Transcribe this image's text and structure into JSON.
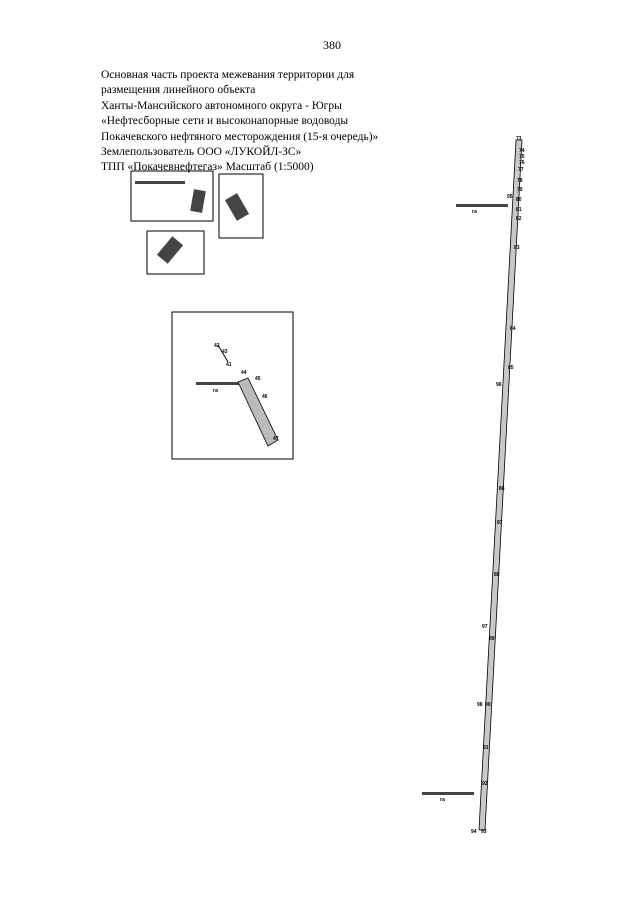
{
  "page_number": "380",
  "header_lines": [
    "Основная часть проекта межевания территории для",
    "размещения линейного объекта",
    "Ханты-Мансийского автономного округа - Югры",
    "«Нефтесборные сети и высоконапорные водоводы",
    "Покачевского нефтяного месторождения (15-я очередь)»",
    "Землепользователь ООО «ЛУКОЙЛ-ЗС»",
    "ТПП «Покачевнефтегаз» Масштаб (1:5000)"
  ],
  "map": {
    "right_points": [
      "73",
      "74",
      "75",
      "76",
      "77",
      "78",
      "79",
      "80",
      "81",
      "82",
      "83",
      "84",
      "85",
      "86",
      "87",
      "88",
      "89",
      "90",
      "91",
      "92",
      "93"
    ],
    "left_points": [
      "95",
      "96",
      "97",
      "98",
      "94"
    ],
    "inset_points": [
      "42",
      "43",
      "41",
      "44",
      "45",
      "46",
      "47"
    ],
    "area_unit": "га"
  }
}
